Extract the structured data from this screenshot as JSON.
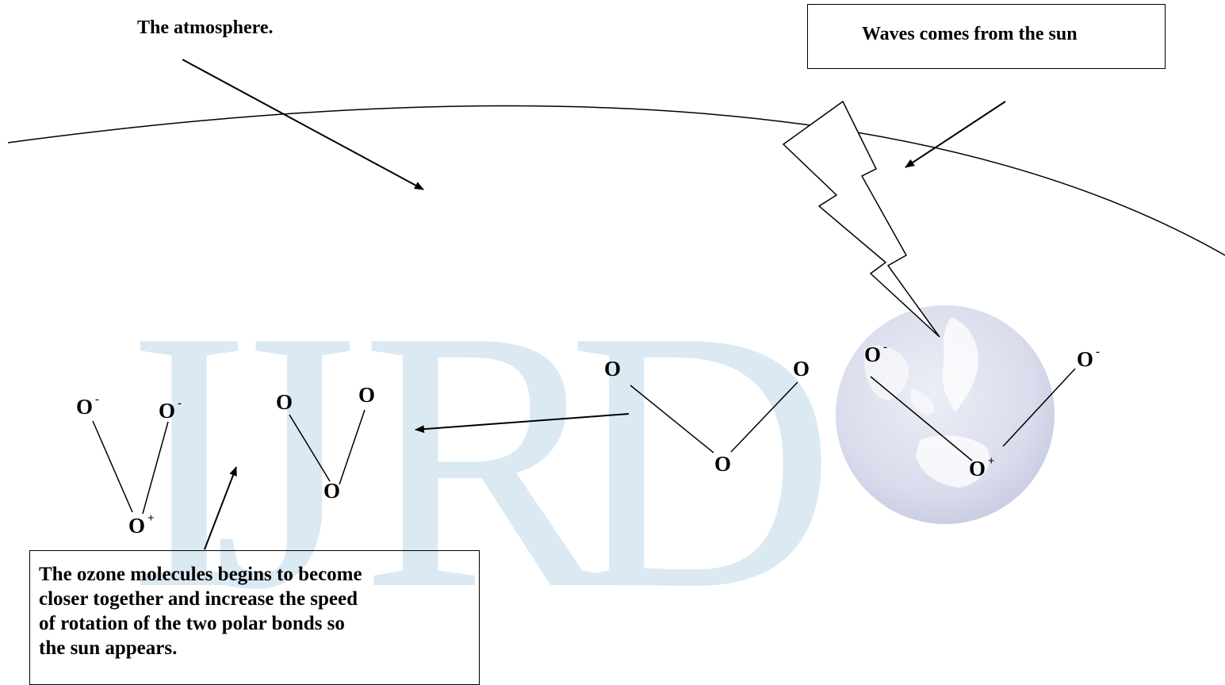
{
  "watermark": {
    "letters": [
      "I",
      "J",
      "R",
      "D"
    ],
    "color": "#dbe9f3",
    "globe_color": "#c9cde3",
    "globe_icon": "globe-icon"
  },
  "labels": {
    "atmosphere": "The atmosphere.",
    "sun_waves": "Waves comes from the sun",
    "ozone_note": "The ozone molecules begins to become\ncloser together and increase the speed\nof rotation of the two polar bonds so\nthe sun appears."
  },
  "molecules": {
    "left_ion": {
      "o1": "O",
      "o1_charge": "-",
      "o2": "O",
      "o2_charge": "-",
      "center": "O",
      "center_charge": "+"
    },
    "compressed": {
      "o1": "O",
      "o2": "O",
      "center": "O"
    },
    "ozone": {
      "o1": "O",
      "o2": "O",
      "center": "O"
    },
    "right_ion": {
      "o1": "O",
      "o1_charge": "-",
      "o2": "O",
      "o2_charge": "-",
      "center": "O",
      "center_charge": "+"
    }
  }
}
